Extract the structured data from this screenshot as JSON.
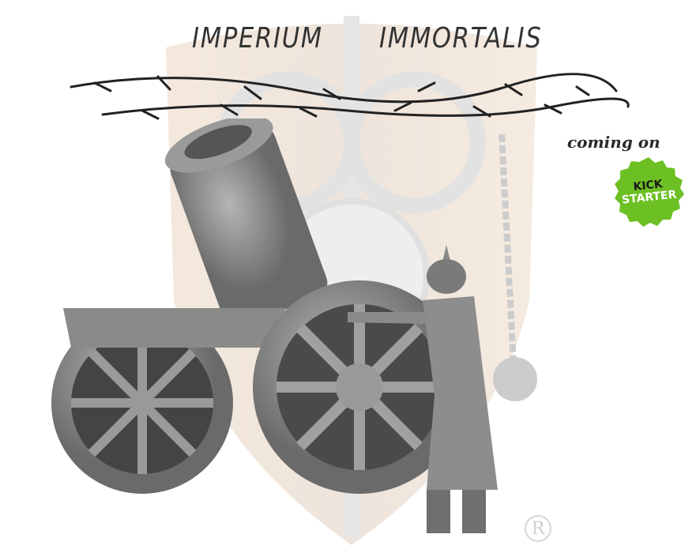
{
  "title": {
    "left": "IMPERIUM",
    "right": "IMMORTALIS"
  },
  "tagline": "coming on",
  "badge": {
    "line1": "KICK",
    "line2": "STARTER",
    "color": "#6cc024"
  },
  "registered_mark": "R"
}
